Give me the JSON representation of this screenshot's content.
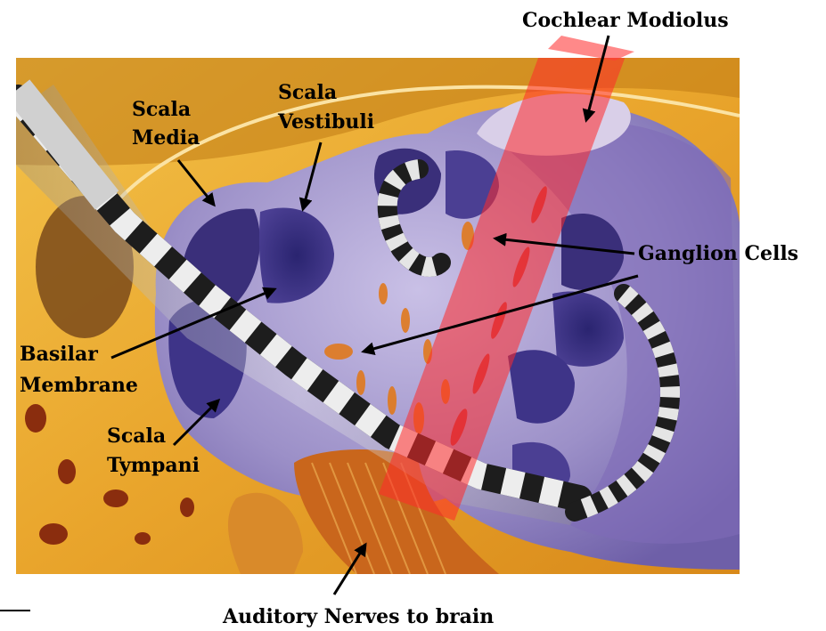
{
  "figure": {
    "labels": {
      "cochlear_modiolus": "Cochlear Modiolus",
      "scala_media_1": "Scala",
      "scala_media_2": "Media",
      "scala_vestibuli_1": "Scala",
      "scala_vestibuli_2": "Vestibuli",
      "ganglion_cells": "Ganglion Cells",
      "basilar_membrane_1": "Basilar",
      "basilar_membrane_2": "Membrane",
      "scala_tympani_1": "Scala",
      "scala_tympani_2": "Tympani",
      "auditory_nerves": "Auditory Nerves to brain"
    },
    "colors": {
      "bone": "#e8a52a",
      "bone_dark": "#b86d10",
      "chamber": "#9a8fc2",
      "chamber_dark": "#5b4a8e",
      "modiolus_band": "#ff2a2a",
      "electrode_dark": "#1d1d1d",
      "electrode_light": "#e8e8e8"
    }
  }
}
